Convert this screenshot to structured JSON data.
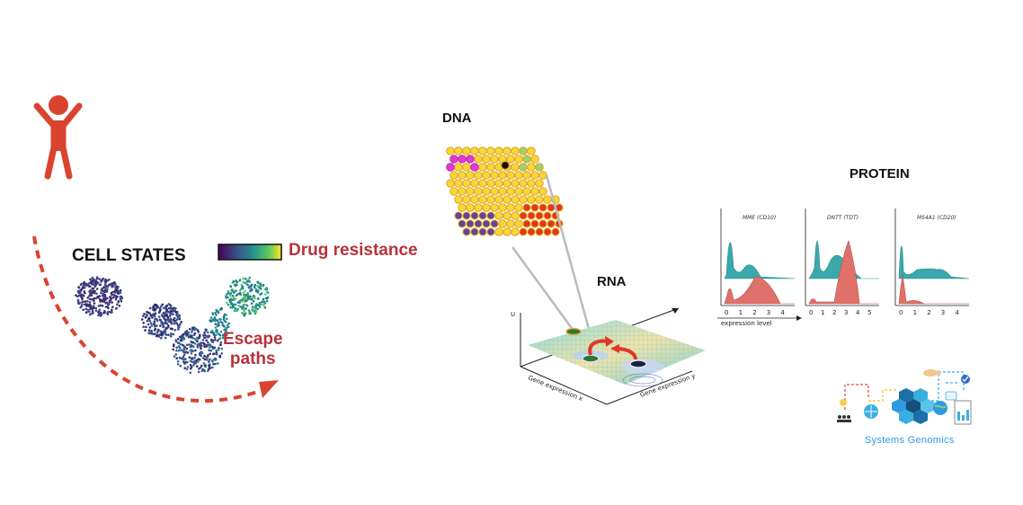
{
  "labels": {
    "cell_states": "CELL STATES",
    "drug_resistance": "Drug resistance",
    "escape_line1": "Escape",
    "escape_line2": "paths",
    "dna": "DNA",
    "rna": "RNA",
    "protein": "PROTEIN",
    "systems_genomics": "Systems Genomics"
  },
  "rna_plot": {
    "axis_u": "U",
    "axis_x": "Gene expression x",
    "axis_y": "Gene expression y"
  },
  "protein_panels": [
    {
      "title": "MME (CD10)",
      "ticks": [
        "0",
        "1",
        "2",
        "3",
        "4"
      ]
    },
    {
      "title": "DNTT (TDT)",
      "ticks": [
        "0",
        "1",
        "2",
        "3",
        "4",
        "5"
      ]
    },
    {
      "title": "MS4A1 (CD20)",
      "ticks": [
        "0",
        "1",
        "2",
        "3",
        "4"
      ]
    }
  ],
  "protein_axis": "expression level",
  "colors": {
    "accent_red": "#d9432f",
    "label_red": "#b8323a",
    "teal": "#3aa9ab",
    "salmon": "#e0716a",
    "dna_yellow": "#f5d835",
    "viridis_dark": "#3b2c6e",
    "genomics_blue": "#2e9be0"
  },
  "icons": [
    "person-icon",
    "systems-genomics-icon"
  ]
}
